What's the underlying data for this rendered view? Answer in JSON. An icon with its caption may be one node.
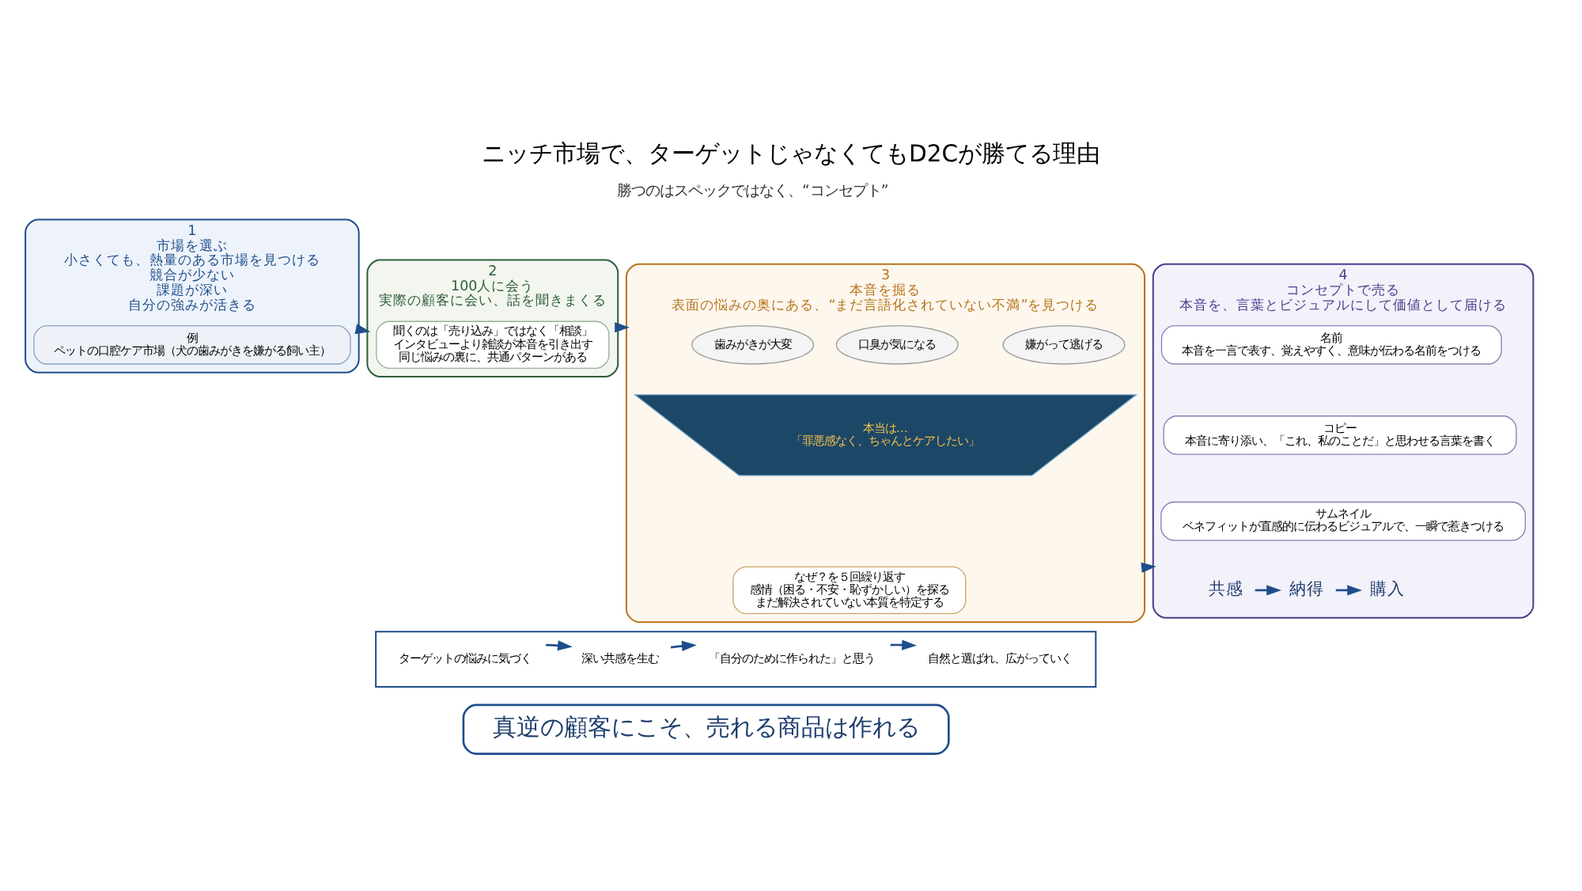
{
  "diagram": {
    "title": "ニッチ市場で、ターゲットじゃなくてもD2Cが勝てる理由",
    "nodes": [
      {
        "text": [
          "1",
          "市場を選ぶ",
          "小さくても、熱量のある市場を見つける",
          "競合が少ない",
          "課題が深い",
          "自分の強みが活きる"
        ]
      },
      {
        "text": [
          "例",
          "ペットの口腔ケア市場（犬の歯みがきを嫌がる飼い主）"
        ],
        "in": 0
      },
      {
        "text": [
          "2",
          "100人に会う",
          "実際の顧客に会い、話を聞きまくる"
        ]
      },
      {
        "text": [
          "聞くのは「売り込み」ではなく「相談」",
          "インタビューより雑談が本音を引き出す",
          "同じ悩みの裏に、共通パターンがある"
        ],
        "in": 2
      },
      {
        "text": [
          "3",
          "本音を掘る",
          "表面の悩みの奥にある、“まだ言語化されていない不満”を見つける"
        ]
      },
      {
        "text": [
          "歯みがきが大変"
        ],
        "in": 4
      },
      {
        "text": [
          "口臭が気になる"
        ],
        "in": 4
      },
      {
        "text": [
          "嫌がって逃げる"
        ],
        "in": 4
      },
      {
        "text": [
          "本当は…",
          "「罪悪感なく、ちゃんとケアしたい」"
        ],
        "in": 4
      },
      {
        "text": [
          "なぜ？を５回繰り返す",
          "感情（困る・不安・恥ずかしい）を探る",
          "まだ解決されていない本質を特定する"
        ],
        "in": 4
      },
      {
        "text": [
          "4",
          "コンセプトで売る",
          "本音を、言葉とビジュアルにして価値として届ける"
        ]
      },
      {
        "text": [
          "名前",
          "本音を一言で表す、覚えやすく、意味が伝わる名前をつける"
        ],
        "in": 10
      },
      {
        "text": [
          "コピー",
          "本音に寄り添い、「これ、私のことだ」と思わせる言葉を書く"
        ],
        "in": 10
      },
      {
        "text": [
          "サムネイル",
          "ベネフィットが直感的に伝わるビジュアルで、一瞬で惹きつける"
        ],
        "in": 10
      },
      {
        "text": [
          "共感"
        ],
        "in": 10
      },
      {
        "text": [
          "納得"
        ],
        "in": 10
      },
      {
        "text": [
          "購入"
        ],
        "in": 10
      },
      {
        "text": [],
        "shape": "box"
      },
      {
        "text": [
          "ターゲットの悩みに気づく"
        ],
        "in": 17
      },
      {
        "text": [
          "深い共感を生む"
        ],
        "in": 17
      },
      {
        "text": [
          "「自分のために作られた」と思う"
        ],
        "in": 17
      },
      {
        "text": [
          "自然と選ばれ、広がっていく"
        ],
        "in": 17
      },
      {
        "text": [
          "真逆の顧客にこそ、売れる商品は作れる"
        ]
      }
    ],
    "edges": [
      {
        "from": 0,
        "to": 2,
        "arrow": "to"
      },
      {
        "from": 2,
        "to": 4,
        "arrow": "to"
      },
      {
        "from": 4,
        "to": 10,
        "arrow": "to"
      },
      {
        "from": 14,
        "to": 15,
        "arrow": "to"
      },
      {
        "from": 15,
        "to": 16,
        "arrow": "to"
      },
      {
        "from": 18,
        "to": 19,
        "arrow": "to"
      },
      {
        "from": 19,
        "to": 20,
        "arrow": "to"
      },
      {
        "from": 20,
        "to": 21,
        "arrow": "to"
      }
    ],
    "labels": [
      "勝つのはスペックではなく、“コンセプト”"
    ]
  }
}
